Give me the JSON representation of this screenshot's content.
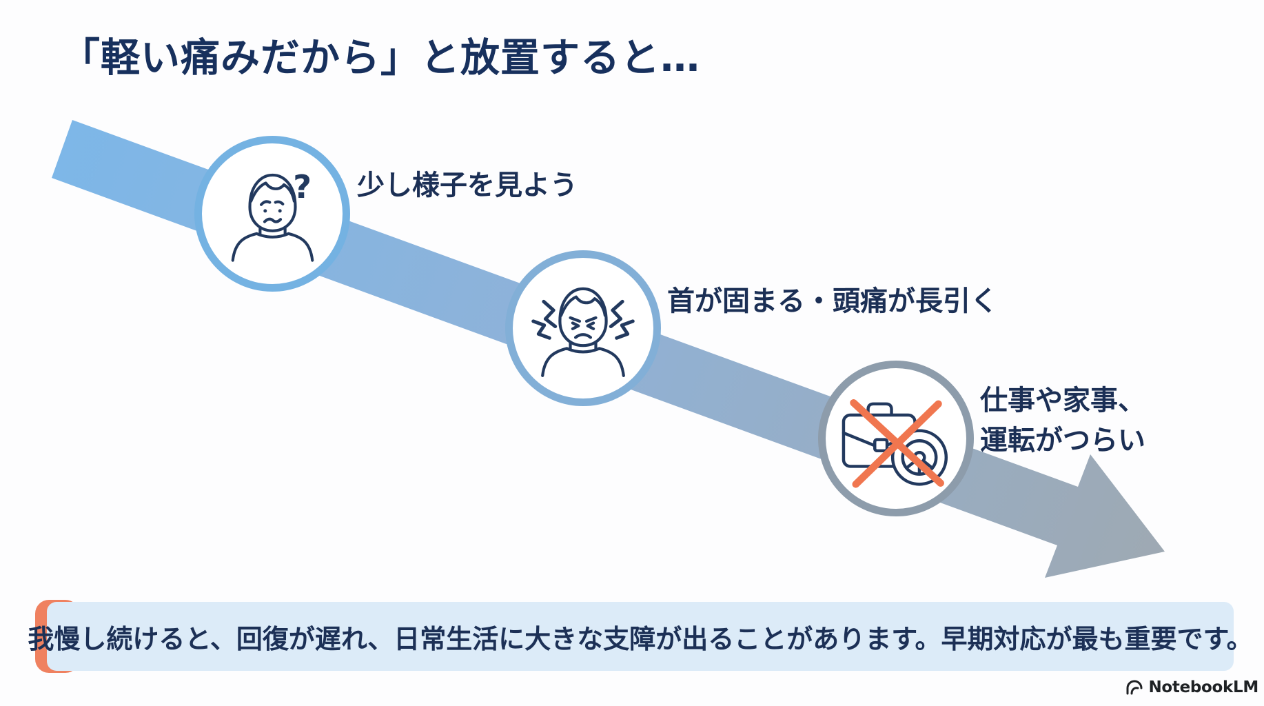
{
  "title": "「軽い痛みだから」と放置すると…",
  "stages": [
    {
      "label": "少し様子を見よう",
      "icon": "worried-person-question-icon"
    },
    {
      "label": "首が固まる・頭痛が長引く",
      "icon": "headache-pain-person-icon"
    },
    {
      "label_line1": "仕事や家事、",
      "label_line2": "運転がつらい",
      "icon": "briefcase-steering-wheel-crossed-icon"
    }
  ],
  "callout": {
    "text": "我慢し続けると、回復が遅れ、日常生活に大きな支障が出ることがあります。早期対応が最も重要です。"
  },
  "brand": {
    "name": "NotebookLM"
  },
  "colors": {
    "title_text": "#17305d",
    "label_text": "#1b2f55",
    "arrow_gradient_start": "#7db7e8",
    "arrow_gradient_end": "#9ea9b3",
    "ring_stage1": "#74b2e2",
    "ring_stage2": "#82afd7",
    "ring_stage3": "#8d9cab",
    "icon_stroke": "#22395e",
    "cross_orange": "#f0764f",
    "callout_bg": "#dcebf8",
    "callout_accent": "#ef8160",
    "background": "#fdfdfe"
  }
}
